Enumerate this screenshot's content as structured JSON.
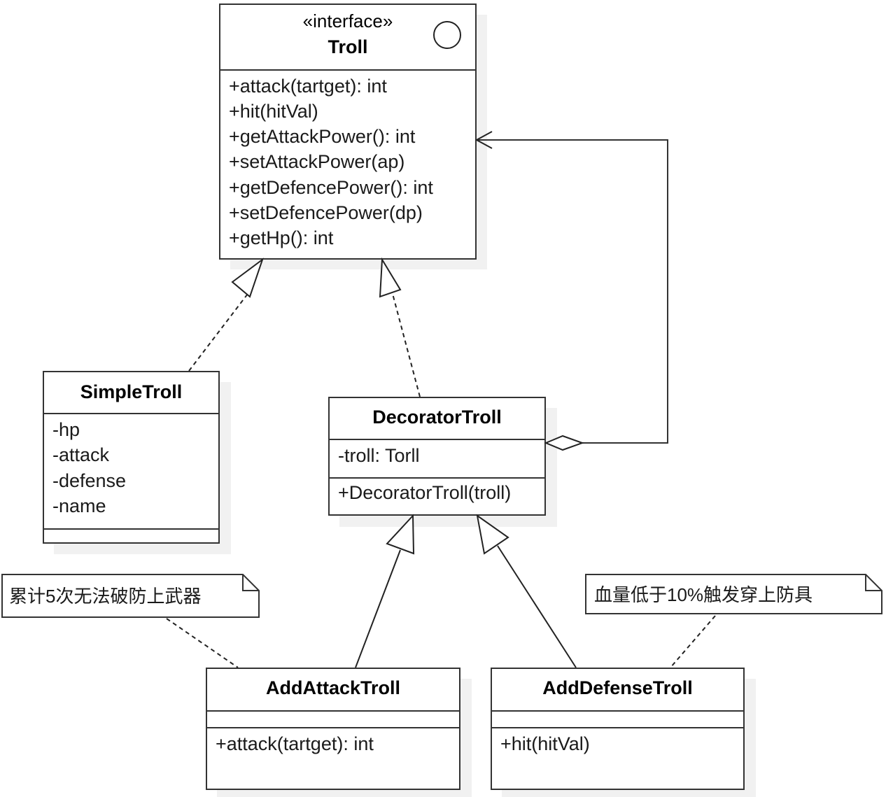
{
  "diagram": {
    "type": "UML class diagram",
    "colors": {
      "stroke": "#333333",
      "fill": "#ffffff",
      "shadow": "#f1f1f1"
    },
    "classes": {
      "troll": {
        "stereotype": "«interface»",
        "name": "Troll",
        "icon": "interface-circle-icon",
        "methods": [
          "+attack(tartget): int",
          "+hit(hitVal)",
          "+getAttackPower(): int",
          "+setAttackPower(ap)",
          "+getDefencePower(): int",
          "+setDefencePower(dp)",
          "+getHp(): int"
        ]
      },
      "simple_troll": {
        "name": "SimpleTroll",
        "attributes": [
          "-hp",
          "-attack",
          "-defense",
          "-name"
        ],
        "methods": []
      },
      "decorator_troll": {
        "name": "DecoratorTroll",
        "attributes": [
          "-troll: Torll"
        ],
        "methods": [
          "+DecoratorTroll(troll)"
        ]
      },
      "add_attack_troll": {
        "name": "AddAttackTroll",
        "attributes": [],
        "methods": [
          "+attack(tartget): int"
        ]
      },
      "add_defense_troll": {
        "name": "AddDefenseTroll",
        "attributes": [],
        "methods": [
          "+hit(hitVal)"
        ]
      }
    },
    "notes": {
      "attack_note": "累计5次无法破防上武器",
      "defense_note": "血量低于10%触发穿上防具"
    },
    "relations": [
      {
        "from": "SimpleTroll",
        "to": "Troll",
        "kind": "realization"
      },
      {
        "from": "DecoratorTroll",
        "to": "Troll",
        "kind": "realization"
      },
      {
        "from": "AddAttackTroll",
        "to": "DecoratorTroll",
        "kind": "generalization"
      },
      {
        "from": "AddDefenseTroll",
        "to": "DecoratorTroll",
        "kind": "generalization"
      },
      {
        "from": "DecoratorTroll",
        "to": "Troll",
        "kind": "aggregation"
      },
      {
        "from": "attack_note",
        "to": "AddAttackTroll",
        "kind": "note-link"
      },
      {
        "from": "defense_note",
        "to": "AddDefenseTroll",
        "kind": "note-link"
      }
    ]
  }
}
